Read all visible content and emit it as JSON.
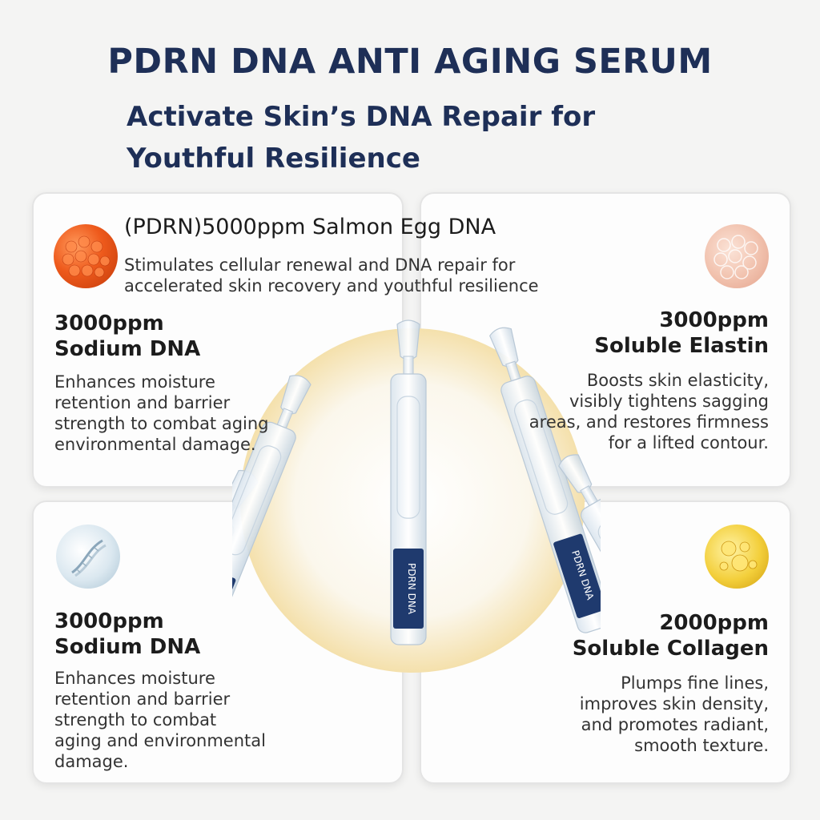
{
  "header": {
    "title": "PDRN DNA ANTI AGING SERUM",
    "subtitle_line1": "Activate Skin’s DNA Repair for",
    "subtitle_line2": "Youthful Resilience"
  },
  "pdrn": {
    "title": "(PDRN)5000ppm Salmon Egg DNA",
    "desc_line1": "Stimulates cellular renewal and DNA repair for",
    "desc_line2": "accelerated skin recovery and youthful resilience"
  },
  "card_tl": {
    "amount": "3000ppm",
    "name": "Sodium DNA",
    "body": [
      "Enhances moisture",
      "retention and barrier",
      "strength to combat aging",
      "environmental damage."
    ]
  },
  "card_tr": {
    "amount": "3000ppm",
    "name": "Soluble Elastin",
    "body": [
      "Boosts skin elasticity,",
      "visibly tightens sagging",
      "areas, and restores firmness",
      "for a lifted contour."
    ]
  },
  "card_bl": {
    "amount": "3000ppm",
    "name": "Sodium DNA",
    "body": [
      "Enhances moisture",
      "retention and barrier",
      "strength to combat",
      "aging and environmental",
      "damage."
    ]
  },
  "card_br": {
    "amount": "2000ppm",
    "name": "Soluble Collagen",
    "body": [
      "Plumps fine lines,",
      "improves skin density,",
      "and promotes radiant,",
      "smooth texture."
    ]
  },
  "vial_label": "PDRN DNA",
  "icons": {
    "salmon": "salmon-roe-icon",
    "elastin": "elastin-bubbles-icon",
    "dna": "dna-helix-icon",
    "collagen": "collagen-droplets-icon"
  },
  "colors": {
    "title": "#1e2f57",
    "vial_label_bg": "#1f3a6e"
  }
}
